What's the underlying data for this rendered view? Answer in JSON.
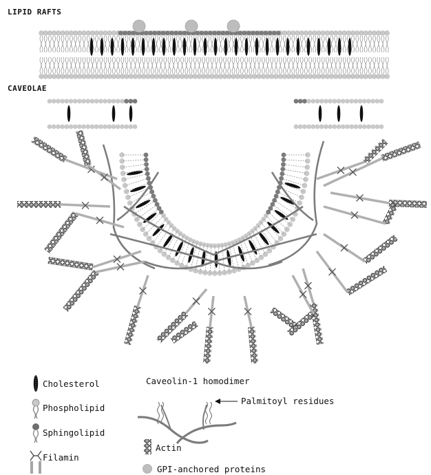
{
  "sections": {
    "lipid_rafts": "LIPID RAFTS",
    "caveolae": "CAVEOLAE"
  },
  "legend": {
    "cholesterol": "Cholesterol",
    "phospholipid": "Phospholipid",
    "sphingolipid": "Sphingolipid",
    "filamin": "Filamin",
    "caveolin_title": "Caveolin-1 homodimer",
    "palmitoyl": "Palmitoyl residues",
    "actin": "Actin",
    "gpi": "GPI-anchored proteins"
  },
  "colors": {
    "phospholipid_head": "#c9c9c9",
    "sphingolipid_head": "#7a7a7a",
    "tail": "#8a8a8a",
    "cholesterol": "#111111",
    "caveolin": "#7c7c7c",
    "actin_ring": "#222222",
    "actin_fill": "#a9a9a9",
    "gpi": "#bdbdbd"
  }
}
